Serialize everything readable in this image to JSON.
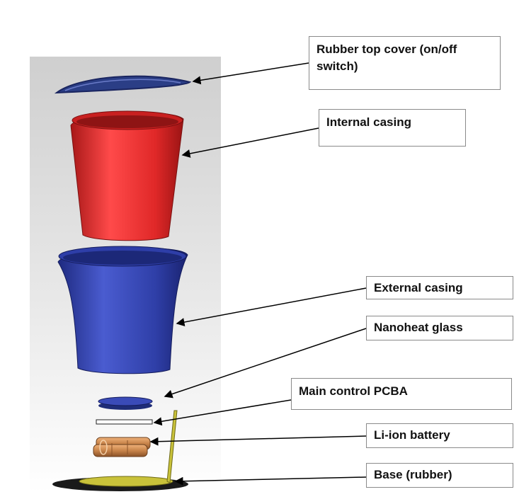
{
  "labels": {
    "top_cover": "Rubber top cover (on/off switch)",
    "internal_casing": "Internal casing",
    "external_casing": "External casing",
    "nanoheat_glass": "Nanoheat glass",
    "main_pcba": "Main control PCBA",
    "battery": "Li-ion battery",
    "base": "Base (rubber)"
  },
  "colors": {
    "internal_casing": "#e22a2a",
    "external_casing": "#2f3fa8",
    "rubber_parts": "#2b3e86",
    "battery": "#c8844a",
    "base": "#c9c23a",
    "backdrop": "#d9d9d9"
  }
}
